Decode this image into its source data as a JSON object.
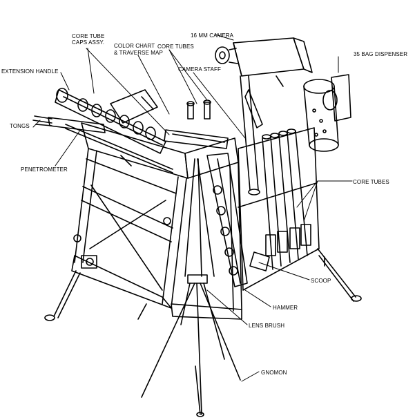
{
  "labels": {
    "core_tube_caps": [
      "CORE TUBE",
      "CAPS ASSY."
    ],
    "color_chart": [
      "COLOR CHART",
      "& TRAVERSE MAP"
    ],
    "core_tubes_top": "CORE TUBES",
    "camera_16mm": "16 MM CAMERA",
    "bag_dispenser": "35 BAG DISPENSER",
    "extension_handle": "EXTENSION HANDLE",
    "camera_staff": "CAMERA STAFF",
    "tongs": "TONGS",
    "penetrometer": "PENETROMETER",
    "core_tubes_right": "CORE TUBES",
    "scoop": "SCOOP",
    "hammer": "HAMMER",
    "lens_brush": "LENS BRUSH",
    "gnomon": "GNOMON"
  },
  "colors": {
    "ink": "#000000",
    "paper": "#ffffff"
  }
}
